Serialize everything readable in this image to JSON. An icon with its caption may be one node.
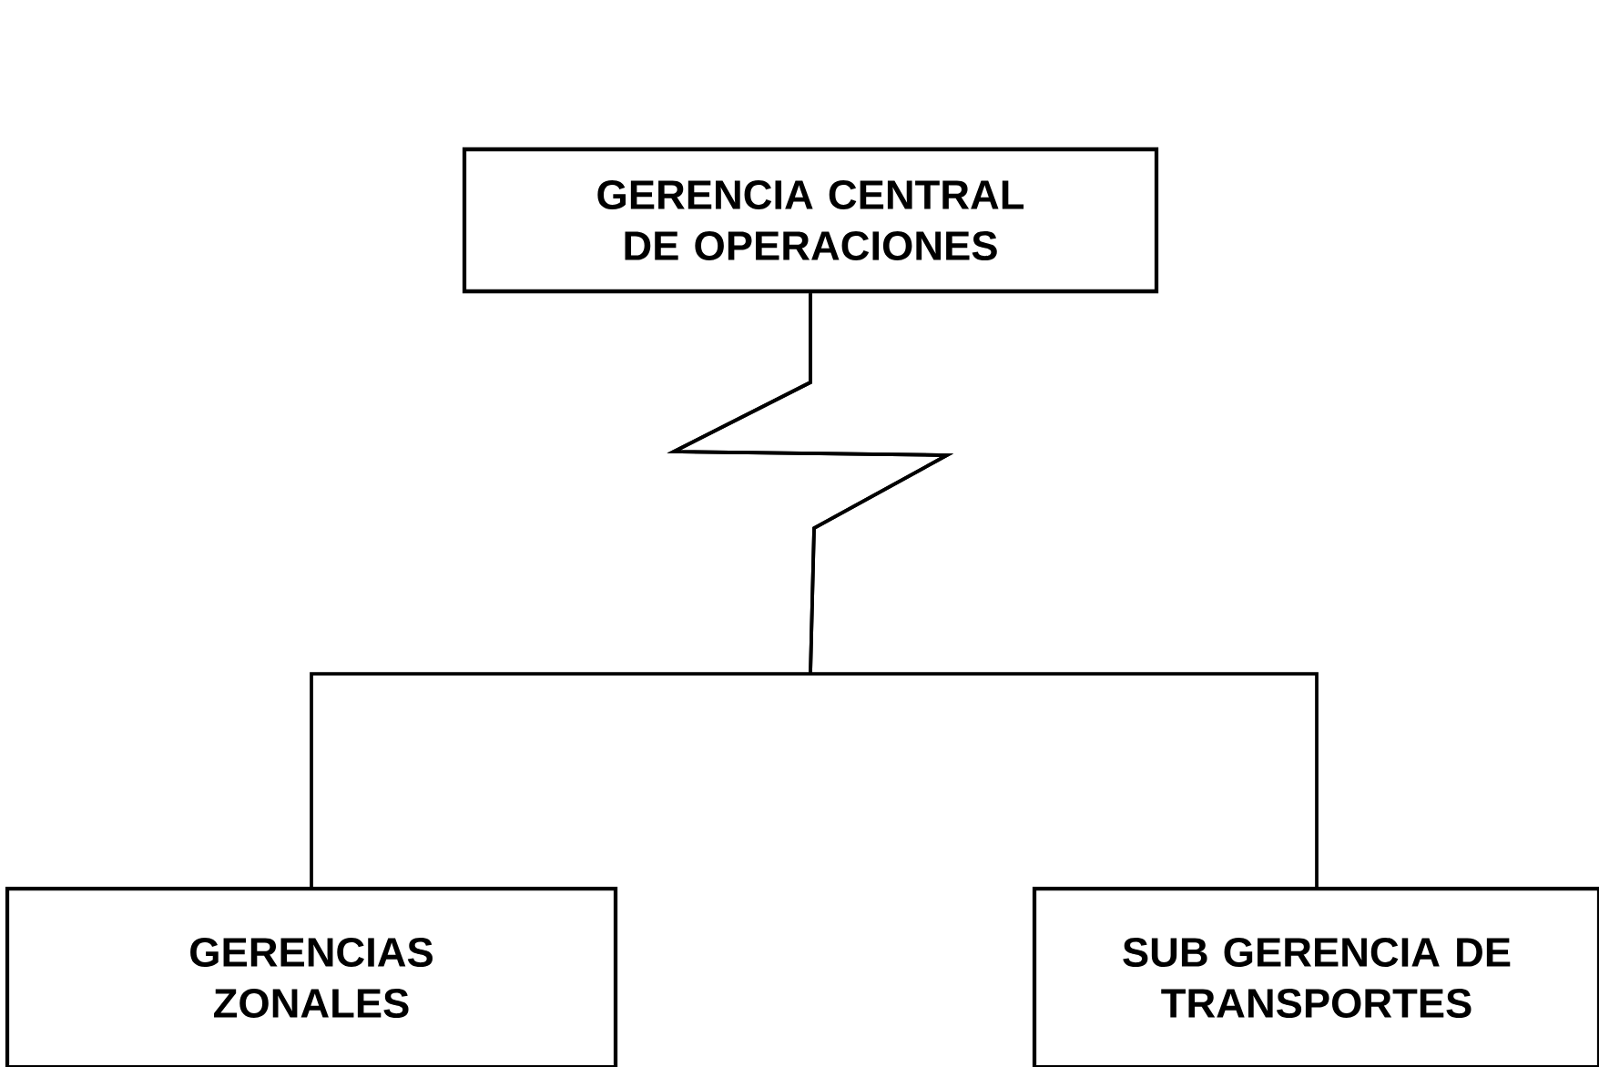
{
  "diagram": {
    "nodes": [
      {
        "text": [
          "GERENCIA CENTRAL DE OPERACIONES"
        ]
      },
      {
        "text": [
          "GERENCIAS ZONALES"
        ]
      },
      {
        "text": [
          "SUB GERENCIA DE TRANSPORTES"
        ]
      }
    ],
    "edges": [
      {
        "from": 0,
        "to": 1,
        "arrow": "none"
      },
      {
        "from": 0,
        "to": 2,
        "arrow": "none"
      }
    ]
  }
}
